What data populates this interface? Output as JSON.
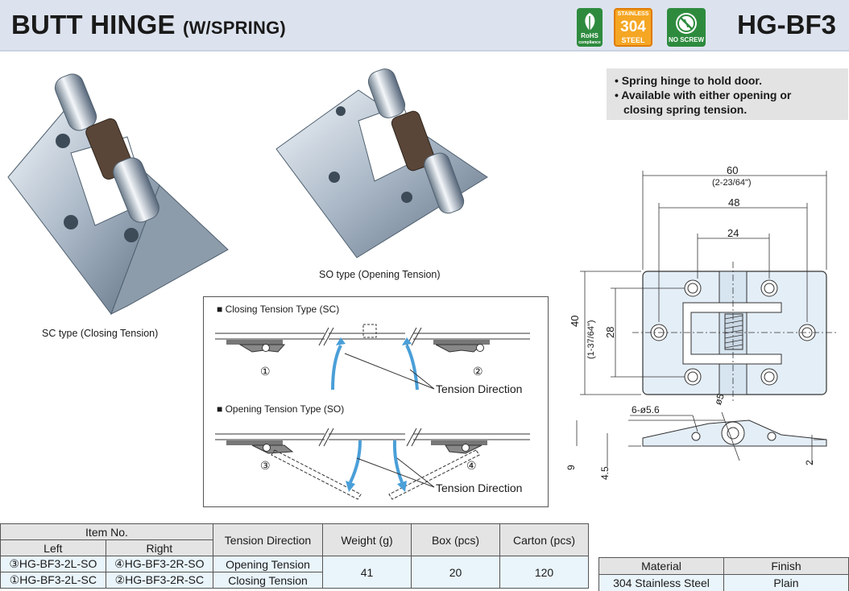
{
  "header": {
    "title_main": "BUTT HINGE",
    "title_sub": "(W/SPRING)",
    "model": "HG-BF3",
    "badges": {
      "rohs": "RoHS",
      "rohs_sub": "compliance",
      "steel_top": "STAINLESS",
      "steel_num": "304",
      "steel_bottom": "STEEL",
      "noscrew": "NO SCREW"
    }
  },
  "features": [
    "• Spring hinge to hold door.",
    "• Available with either opening or",
    "closing spring tension."
  ],
  "photos": {
    "sc_caption": "SC type (Closing Tension)",
    "so_caption": "SO type (Opening Tension)"
  },
  "tension_diagram": {
    "sc_title": "■ Closing Tension Type (SC)",
    "so_title": "■ Opening Tension Type (SO)",
    "tension_direction": "Tension Direction",
    "marks": [
      "①",
      "②",
      "③",
      "④"
    ]
  },
  "dimensions": {
    "width_total": "60",
    "width_total_in": "(2-23/64\")",
    "width_48": "48",
    "width_24": "24",
    "height_40": "40",
    "height_40_in": "(1-37/64\")",
    "height_28": "28",
    "holes": "6-ø5.6",
    "pin": "ø5",
    "thick_9": "9",
    "thick_45": "4.5",
    "thick_2": "2"
  },
  "items_table": {
    "header_item_no": "Item No.",
    "header_left": "Left",
    "header_right": "Right",
    "header_tension": "Tension Direction",
    "header_weight": "Weight (g)",
    "header_box": "Box (pcs)",
    "header_carton": "Carton (pcs)",
    "rows": [
      {
        "left": "③HG-BF3-2L-SO",
        "right": "④HG-BF3-2R-SO",
        "tension": "Opening Tension"
      },
      {
        "left": "①HG-BF3-2L-SC",
        "right": "②HG-BF3-2R-SC",
        "tension": "Closing Tension"
      }
    ],
    "weight": "41",
    "box": "20",
    "carton": "120"
  },
  "material_table": {
    "header_material": "Material",
    "header_finish": "Finish",
    "material": "304 Stainless Steel",
    "finish": "Plain"
  }
}
